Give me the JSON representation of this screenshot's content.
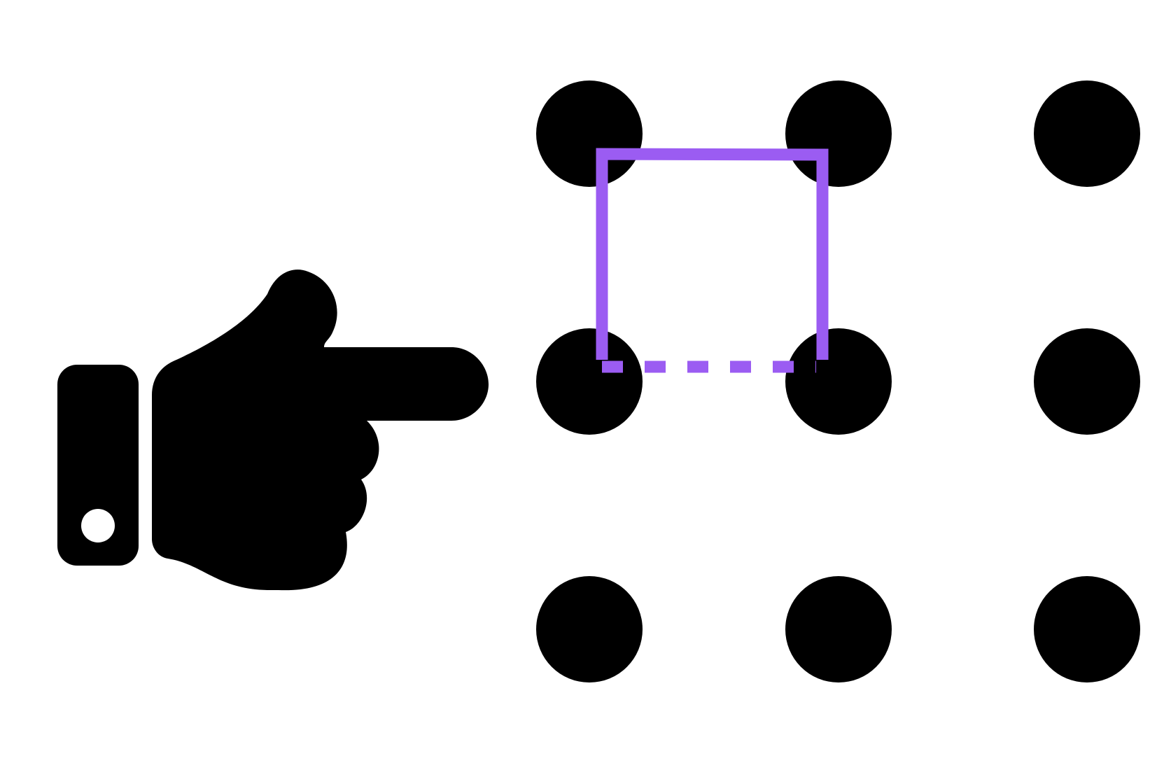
{
  "puzzle": {
    "grid": {
      "rows": 3,
      "cols": 3
    },
    "dot_color": "#000000",
    "line_color": "#9b5cf2",
    "icons": {
      "pointer": "pointing-hand-icon"
    },
    "solid_path": [
      [
        1,
        0
      ],
      [
        0,
        0
      ],
      [
        0,
        1
      ],
      [
        1,
        1
      ]
    ],
    "dashed_segment": [
      [
        1,
        0
      ],
      [
        1,
        1
      ]
    ]
  }
}
